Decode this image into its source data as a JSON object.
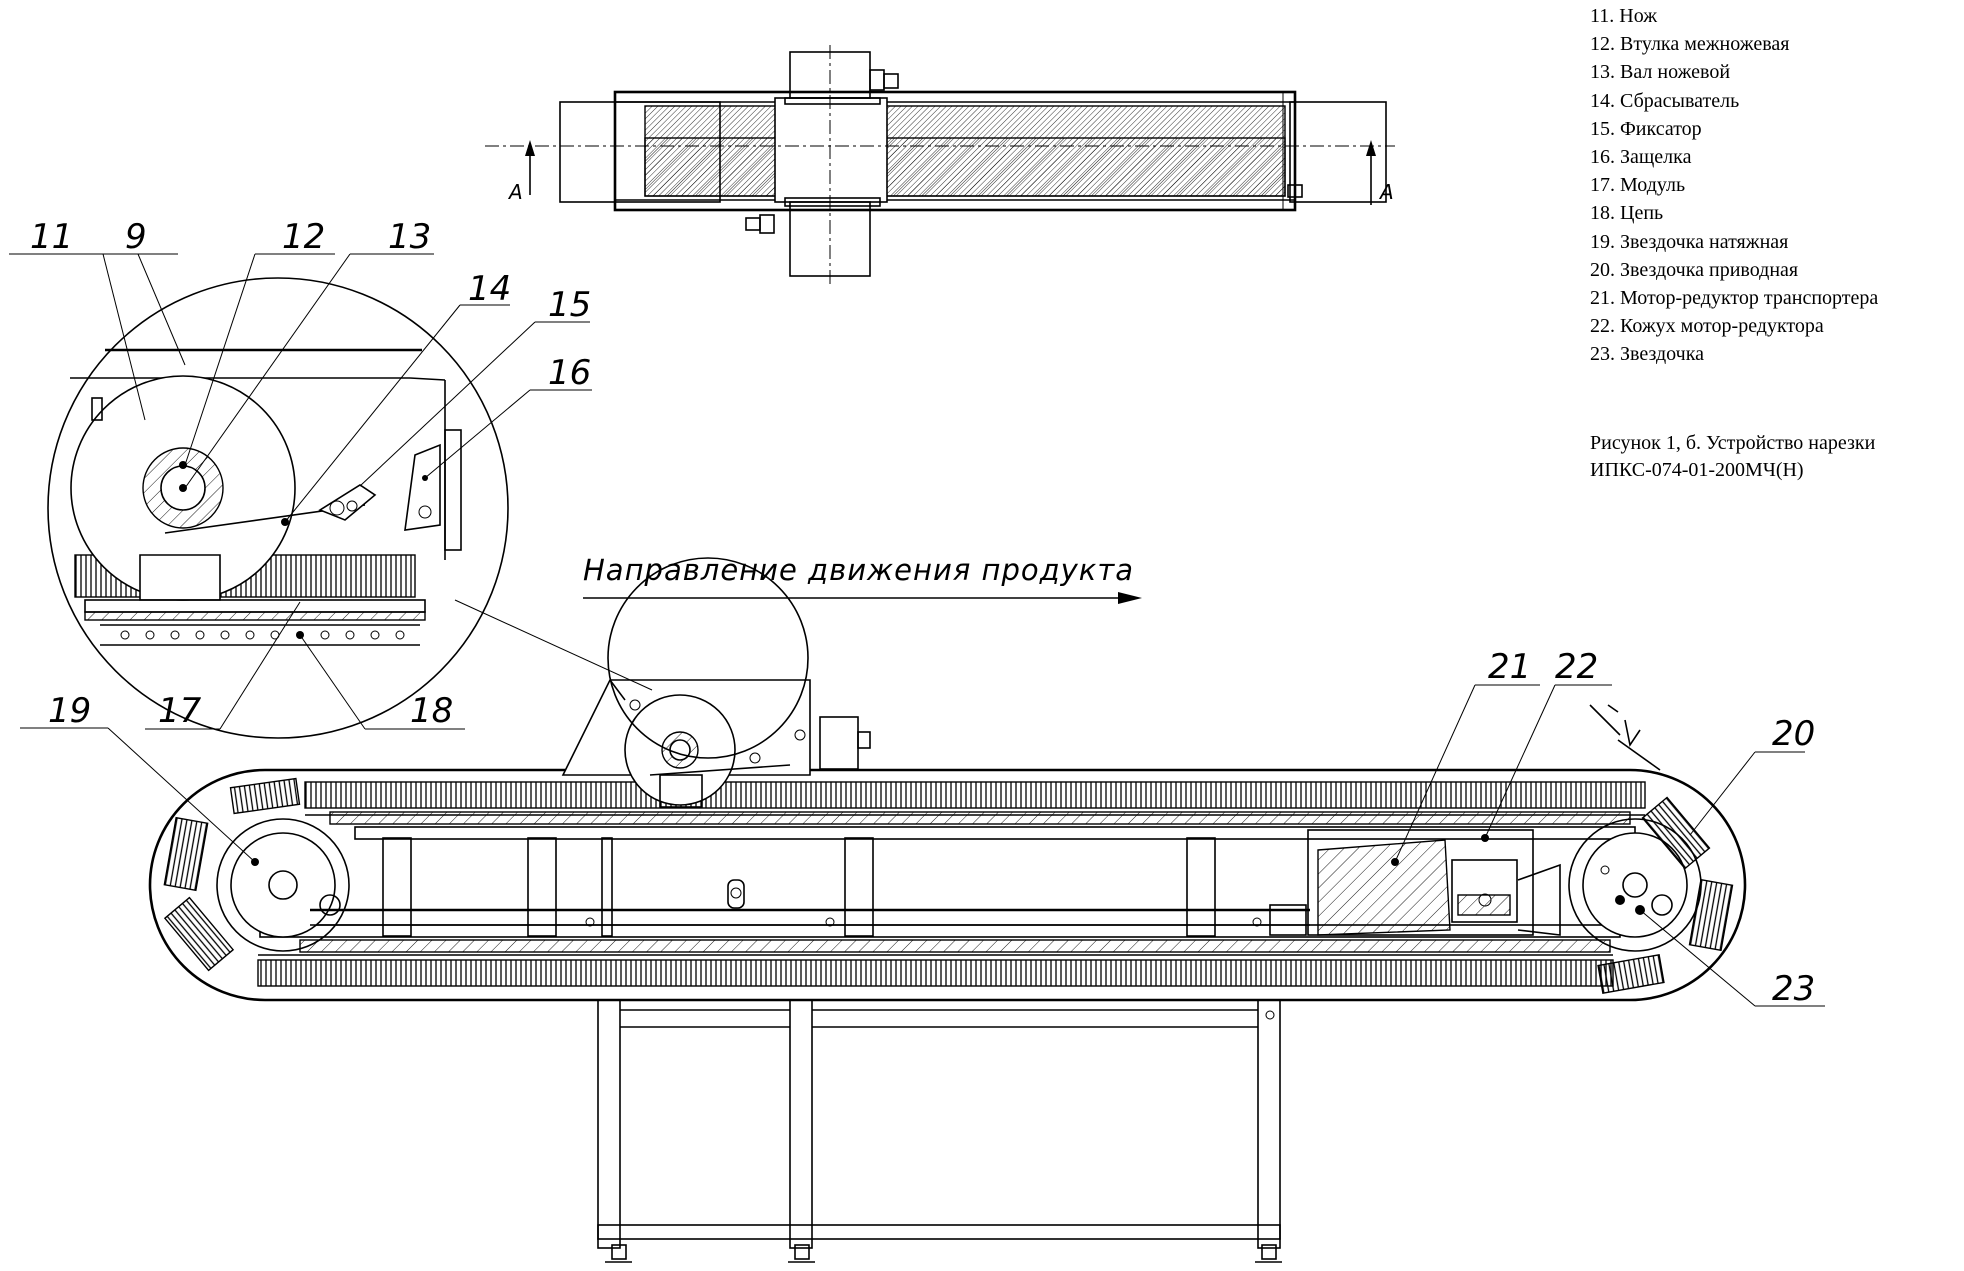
{
  "legend": [
    "11. Нож",
    "12. Втулка межножевая",
    "13. Вал ножевой",
    "14. Сбрасыватель",
    "15. Фиксатор",
    "16. Защелка",
    "17. Модуль",
    "18. Цепь",
    "19. Звездочка натяжная",
    "20. Звездочка приводная",
    "21. Мотор-редуктор транспортера",
    "22. Кожух мотор-редуктора",
    "23. Звездочка"
  ],
  "caption": {
    "line1": "Рисунок 1, б. Устройство нарезки",
    "line2": "ИПКС-074-01-200МЧ(Н)"
  },
  "flow_label": "Направление движения продукта",
  "section_mark": "А",
  "callouts": {
    "c9": "9",
    "c11": "11",
    "c12": "12",
    "c13": "13",
    "c14": "14",
    "c15": "15",
    "c16": "16",
    "c17": "17",
    "c18": "18",
    "c19": "19",
    "c20": "20",
    "c21": "21",
    "c22": "22",
    "c23": "23"
  }
}
